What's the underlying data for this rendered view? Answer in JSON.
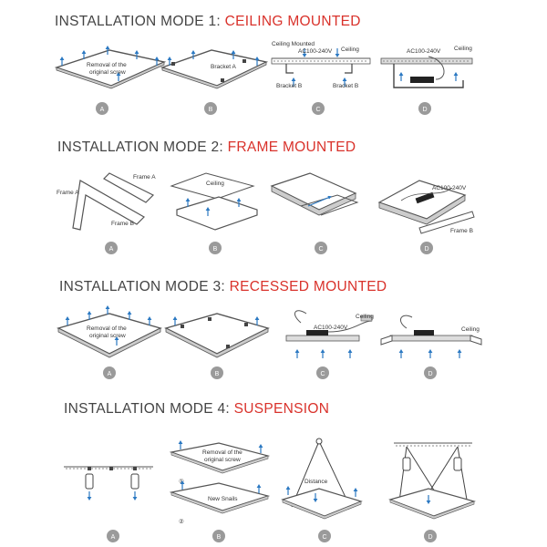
{
  "modes": [
    {
      "prefix": "INSTALLATION MODE 1:",
      "name": "CEILING MOUNTED",
      "steps": [
        "A",
        "B",
        "C",
        "D"
      ],
      "labels": {
        "removal_line1": "Removal of the",
        "removal_line2": "original screw",
        "bracket_a": "Bracket A",
        "ceiling_mounted": "Ceiling Mounted",
        "voltage_c": "AC100-240V",
        "ceiling_c": "Ceiling",
        "bracket_b1": "Bracket B",
        "bracket_b2": "Bracket B",
        "voltage_d": "AC100-240V",
        "ceiling_d": "Ceiling"
      }
    },
    {
      "prefix": "INSTALLATION MODE 2:",
      "name": "FRAME MOUNTED",
      "steps": [
        "A",
        "B",
        "C",
        "D"
      ],
      "labels": {
        "frame_a1": "Frame A",
        "frame_a2": "Frame A",
        "frame_b": "Frame B",
        "ceiling": "Ceiling",
        "voltage": "AC100-240V",
        "frame_b_d": "Frame B"
      }
    },
    {
      "prefix": "INSTALLATION MODE 3:",
      "name": "RECESSED MOUNTED",
      "steps": [
        "A",
        "B",
        "C",
        "D"
      ],
      "labels": {
        "removal_line1": "Removal of the",
        "removal_line2": "original screw",
        "voltage": "AC100-240V",
        "ceiling_c": "Ceiling",
        "ceiling_d": "Ceiling"
      }
    },
    {
      "prefix": "INSTALLATION MODE 4:",
      "name": "SUSPENSION",
      "steps": [
        "A",
        "B",
        "C",
        "D"
      ],
      "labels": {
        "removal_line1": "Removal of the",
        "removal_line2": "original screw",
        "new_snails": "New Snails",
        "distance": "Distance",
        "marker1": "①",
        "marker2": "②"
      }
    }
  ]
}
